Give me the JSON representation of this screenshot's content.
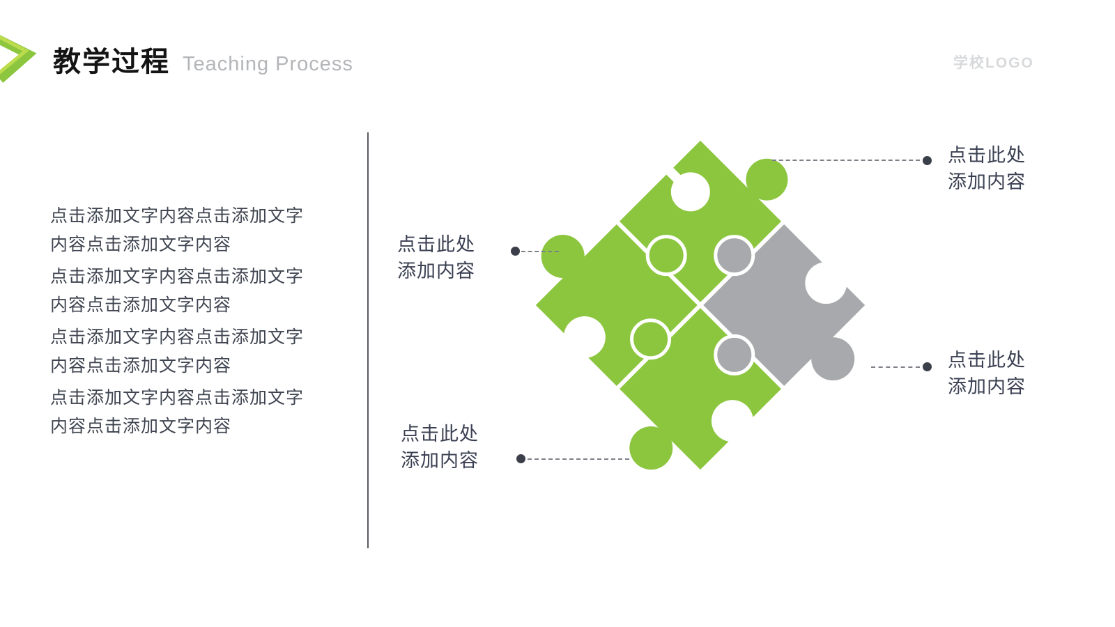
{
  "slide": {
    "title": "教学过程",
    "subtitle": "Teaching Process",
    "school_logo": "学校LOGO"
  },
  "body_text": {
    "paragraphs": [
      "点击添加文字内容点击添加文字内容点击添加文字内容",
      "点击添加文字内容点击添加文字内容点击添加文字内容",
      "点击添加文字内容点击添加文字内容点击添加文字内容",
      "点击添加文字内容点击添加文字内容点击添加文字内容"
    ]
  },
  "puzzle": {
    "pieces": [
      {
        "position": "top",
        "color": "#8CC63F"
      },
      {
        "position": "left",
        "color": "#8CC63F"
      },
      {
        "position": "bottom",
        "color": "#8CC63F"
      },
      {
        "position": "right",
        "color": "#A7A9AC"
      }
    ],
    "callouts": [
      {
        "position": "top-right",
        "line1": "点击此处",
        "line2": "添加内容"
      },
      {
        "position": "left",
        "line1": "点击此处",
        "line2": "添加内容"
      },
      {
        "position": "bottom-left",
        "line1": "点击此处",
        "line2": "添加内容"
      },
      {
        "position": "right",
        "line1": "点击此处",
        "line2": "添加内容"
      }
    ]
  },
  "colors": {
    "green": "#8CC63F",
    "green_light": "#BCDC4E",
    "gray": "#A7A9AC",
    "title_text": "#141414",
    "subtitle_text": "#B3B5B8",
    "logo_text": "#D7D9DB",
    "body_text": "#3E4450",
    "callout_text": "#3A4052",
    "leader_line": "#7D8087",
    "leader_dot": "#3B3F4A",
    "divider": "#565A60"
  }
}
